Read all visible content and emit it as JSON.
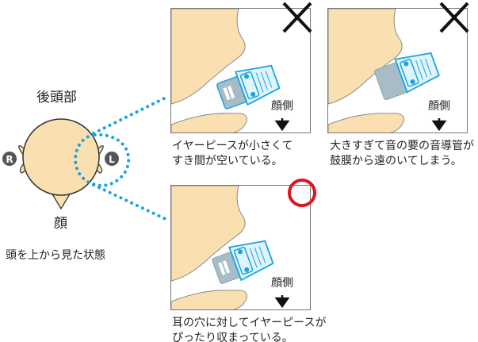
{
  "head": {
    "back_label": "後頭部",
    "face_label": "顔",
    "caption": "頭を上から見た状態",
    "right_badge": "R",
    "left_badge": "L"
  },
  "panels": [
    {
      "side_label": "顔側",
      "mark": "cross",
      "caption_lines": [
        "イヤーピースが小さくて",
        "すき間が空いている。"
      ]
    },
    {
      "side_label": "顔側",
      "mark": "cross",
      "caption_lines": [
        "大きすぎて音の要の音導管が",
        "鼓膜から遠のいてしまう。"
      ]
    },
    {
      "side_label": "顔側",
      "mark": "circle",
      "caption_lines": [
        "耳の穴に対してイヤーピースが",
        "ぴったり収まっている。"
      ]
    }
  ],
  "colors": {
    "skin": "#fae0b0",
    "accent_blue": "#1aa3e0",
    "ok_red": "#e0141e",
    "earpiece_gray": "#a7bcc6"
  }
}
